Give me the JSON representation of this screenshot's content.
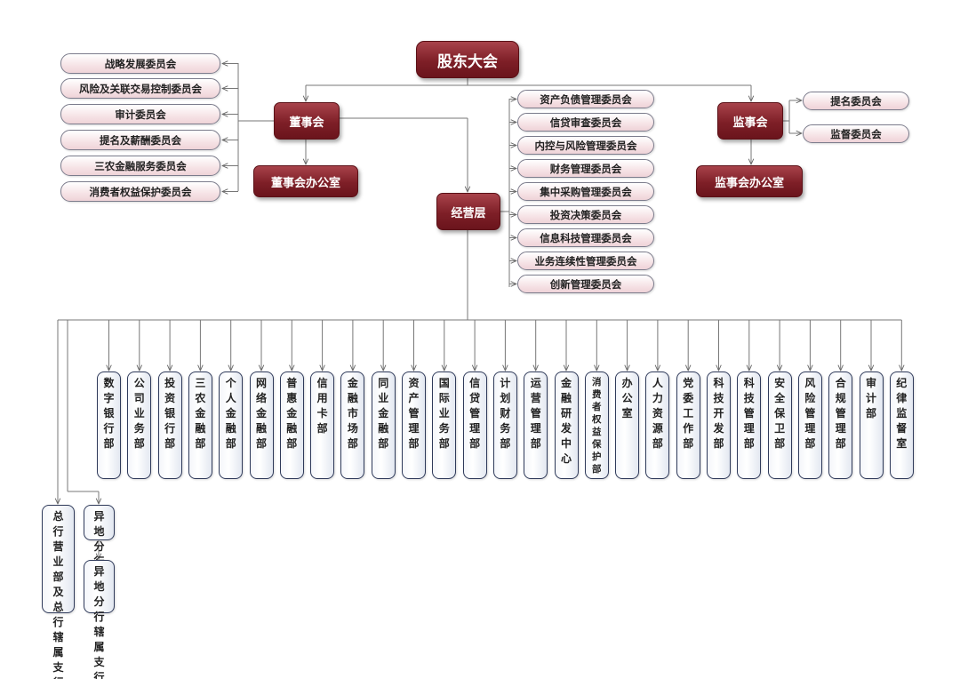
{
  "top": {
    "shareholders": "股东大会",
    "board": "董事会",
    "board_office": "董事会办公室",
    "management": "经营层",
    "supervisory": "监事会",
    "supervisory_office": "监事会办公室"
  },
  "board_committees": [
    "战略发展委员会",
    "风险及关联交易控制委员会",
    "审计委员会",
    "提名及薪酬委员会",
    "三农金融服务委员会",
    "消费者权益保护委员会"
  ],
  "management_committees": [
    "资产负债管理委员会",
    "信贷审查委员会",
    "内控与风险管理委员会",
    "财务管理委员会",
    "集中采购管理委员会",
    "投资决策委员会",
    "信息科技管理委员会",
    "业务连续性管理委员会",
    "创新管理委员会"
  ],
  "supervisory_committees": [
    "提名委员会",
    "监督委员会"
  ],
  "departments": [
    "数字银行部",
    "公司业务部",
    "投资银行部",
    "三农金融部",
    "个人金融部",
    "网络金融部",
    "普惠金融部",
    "信用卡部",
    "金融市场部",
    "同业金融部",
    "资产管理部",
    "国际业务部",
    "信贷管理部",
    "计划财务部",
    "运营管理部",
    "金融研发中心",
    "消费者权益保护部",
    "办公室",
    "人力资源部",
    "党委工作部",
    "科技开发部",
    "科技管理部",
    "安全保卫部",
    "风险管理部",
    "合规管理部",
    "审计部",
    "纪律监督室"
  ],
  "branches": {
    "head_office": "总行营业部及总行辖属支行",
    "remote_branch": "异地分行",
    "remote_sub": "异地分行辖属支行"
  },
  "colors": {
    "dark_box": "#7e1f27",
    "pink_box": "#f6e3e6",
    "dept_border": "#2f3a5a",
    "line": "#777777"
  }
}
